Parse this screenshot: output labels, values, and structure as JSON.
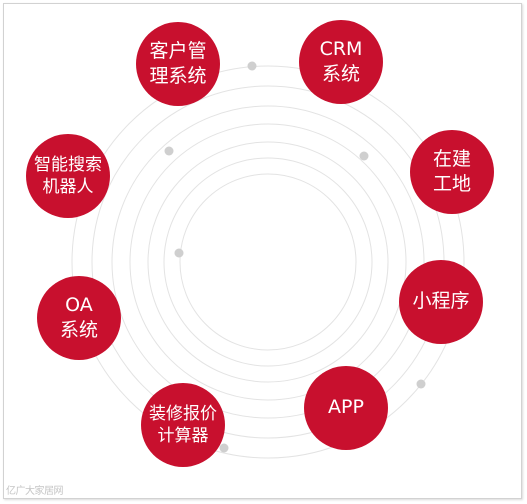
{
  "colors": {
    "node_fill": "#c8102e",
    "node_text": "#ffffff",
    "ring": "#e3e3e3",
    "dot": "#cfcfcf"
  },
  "nodes": [
    {
      "id": "customer-management",
      "label": "客户管\n理系统"
    },
    {
      "id": "crm-system",
      "label": "CRM\n系统"
    },
    {
      "id": "construction-site",
      "label": "在建\n工地"
    },
    {
      "id": "mini-program",
      "label": "小程序"
    },
    {
      "id": "app",
      "label": "APP"
    },
    {
      "id": "renovation-calculator",
      "label": "装修报价\n计算器"
    },
    {
      "id": "oa-system",
      "label": "OA\n系统"
    },
    {
      "id": "smart-search-robot",
      "label": "智能搜索\n机器人"
    }
  ],
  "watermark": {
    "text": "亿广大家居网"
  }
}
